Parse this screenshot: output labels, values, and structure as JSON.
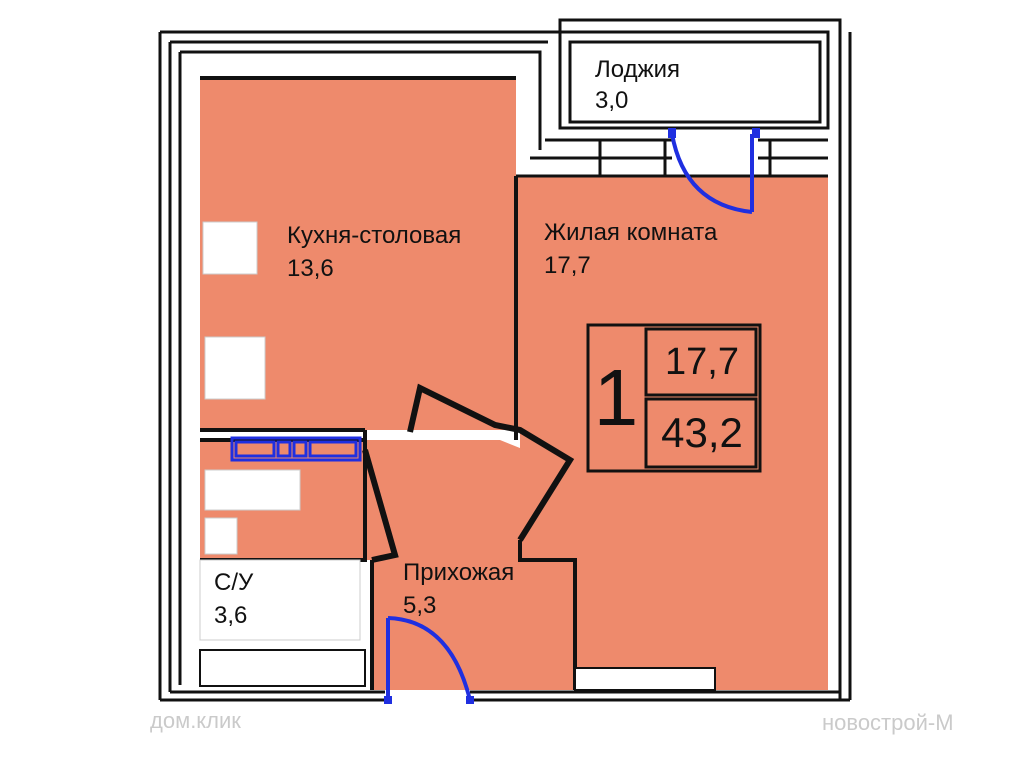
{
  "rooms": {
    "loggia": {
      "name": "Лоджия",
      "area": "3,0"
    },
    "kitchen": {
      "name": "Кухня-столовая",
      "area": "13,6"
    },
    "living": {
      "name": "Жилая комната",
      "area": "17,7"
    },
    "hall": {
      "name": "Прихожая",
      "area": "5,3"
    },
    "bath": {
      "name": "С/У",
      "area": "3,6"
    }
  },
  "summary": {
    "rooms_count": "1",
    "living_area": "17,7",
    "total_area": "43,2"
  },
  "watermarks": {
    "left": "дом.клик",
    "right": "новострой-М"
  },
  "colors": {
    "room_fill": "#ee8a6c",
    "wall": "#111111",
    "door": "#1f2fe0",
    "background": "#ffffff"
  }
}
